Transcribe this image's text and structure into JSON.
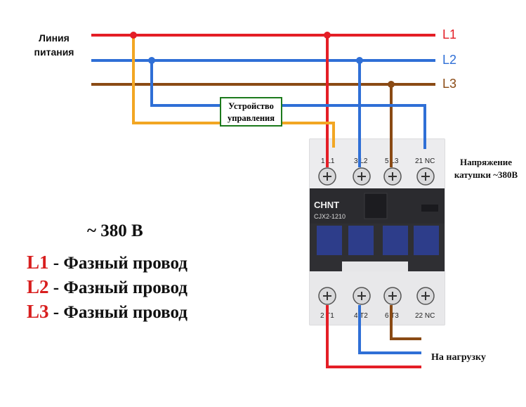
{
  "supply_label": [
    "Линия",
    "питания"
  ],
  "lines": [
    {
      "id": "L1",
      "color": "#e41e26"
    },
    {
      "id": "L2",
      "color": "#2f6fd6"
    },
    {
      "id": "L3",
      "color": "#8a4a14"
    }
  ],
  "control_wire_color": "#f2a623",
  "control_device": [
    "Устройство",
    "управления"
  ],
  "coil_label": [
    "Напряжение",
    "катушки ~380В"
  ],
  "load_label": "На нагрузку",
  "contactor": {
    "brand": "CHNT",
    "model": "CJX2-1210",
    "top_terminals": [
      "1 L1",
      "3 L2",
      "5 L3",
      "21 NC"
    ],
    "bottom_terminals": [
      "2 T1",
      "4 T2",
      "6 T3",
      "22 NC"
    ]
  },
  "voltage": "~ 380 В",
  "legend": [
    {
      "code": "L1",
      "text": " - Фазный провод"
    },
    {
      "code": "L2",
      "text": " - Фазный провод"
    },
    {
      "code": "L3",
      "text": " - Фазный провод"
    }
  ]
}
